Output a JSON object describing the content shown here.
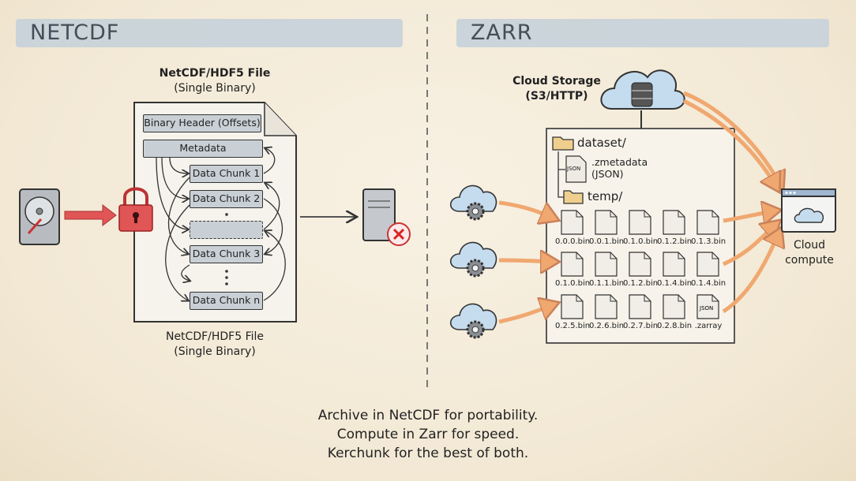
{
  "netcdf": {
    "header": "NETCDF",
    "top_title": "NetCDF/HDF5 File",
    "top_subtitle": "(Single Binary)",
    "bottom_title": "NetCDF/HDF5 File",
    "bottom_subtitle": "(Single Binary)",
    "blocks": {
      "binary_header": "Binary Header (Offsets)",
      "metadata": "Metadata",
      "chunk1": "Data Chunk 1",
      "chunk2": "Data Chunk 2",
      "chunk3": "Data Chunk 3",
      "chunkn": "Data Chunk n"
    },
    "icons": [
      "hard-drive-icon",
      "lock-icon",
      "server-error-icon"
    ]
  },
  "zarr": {
    "header": "ZARR",
    "storage_title": "Cloud Storage",
    "storage_subtitle": "(S3/HTTP)",
    "dataset_folder": "dataset/",
    "zmetadata_name": ".zmetadata",
    "zmetadata_type": "(JSON)",
    "temp_folder": "temp/",
    "json_badge": "JSON",
    "files": [
      [
        "0.0.0.bin",
        "0.0.1.bin",
        "0.1.0.bin",
        "0.1.2.bin",
        "0.1.3.bin"
      ],
      [
        "0.1.0.bin",
        "0.1.1.bin",
        "0.1.2.bin",
        "0.1.4.bin",
        "0.1.4.bin"
      ],
      [
        "0.2.5.bin",
        "0.2.6.bin",
        "0.2.7.bin",
        "0.2.8.bin",
        ".zarray"
      ]
    ],
    "compute_label_1": "Cloud",
    "compute_label_2": "compute",
    "colors": {
      "arrow": "#f0a870",
      "folder": "#f0cf8e",
      "cloud": "#c5dcee"
    }
  },
  "footer": {
    "line1": "Archive in NetCDF for portability.",
    "line2": "Compute in Zarr for speed.",
    "line3": "Kerchunk for the best of both."
  }
}
